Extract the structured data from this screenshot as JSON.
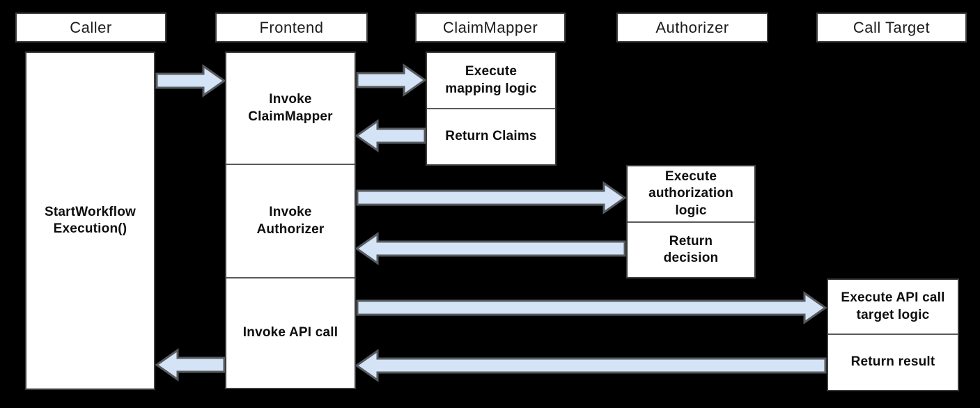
{
  "lanes": [
    {
      "header": "Caller",
      "activities": [
        "StartWorkflow Execution()"
      ]
    },
    {
      "header": "Frontend",
      "activities": [
        "Invoke ClaimMapper",
        "Invoke Authorizer",
        "Invoke API call"
      ]
    },
    {
      "header": "ClaimMapper",
      "activities": [
        "Execute mapping logic",
        "Return Claims"
      ]
    },
    {
      "header": "Authorizer",
      "activities": [
        "Execute authorization logic",
        "Return decision"
      ]
    },
    {
      "header": "Call Target",
      "activities": [
        "Execute API call target logic",
        "Return result"
      ]
    }
  ],
  "messages": [
    {
      "from": "Caller",
      "to": "Frontend",
      "direction": "right"
    },
    {
      "from": "Frontend",
      "to": "ClaimMapper",
      "direction": "right"
    },
    {
      "from": "ClaimMapper",
      "to": "Frontend",
      "direction": "left"
    },
    {
      "from": "Frontend",
      "to": "Authorizer",
      "direction": "right"
    },
    {
      "from": "Authorizer",
      "to": "Frontend",
      "direction": "left"
    },
    {
      "from": "Frontend",
      "to": "Call Target",
      "direction": "right"
    },
    {
      "from": "Call Target",
      "to": "Frontend",
      "direction": "left"
    },
    {
      "from": "Frontend",
      "to": "Caller",
      "direction": "left"
    }
  ],
  "colors": {
    "background": "#000000",
    "box_fill": "#ffffff",
    "box_border": "#3c3c3c",
    "header_border": "#3f3f3f",
    "divider": "#5a5a5a",
    "arrow_fill": "#d4e3f5",
    "arrow_border": "#565b5f",
    "header_text": "#1c1c1c",
    "label_text": "#0d0d0d"
  }
}
